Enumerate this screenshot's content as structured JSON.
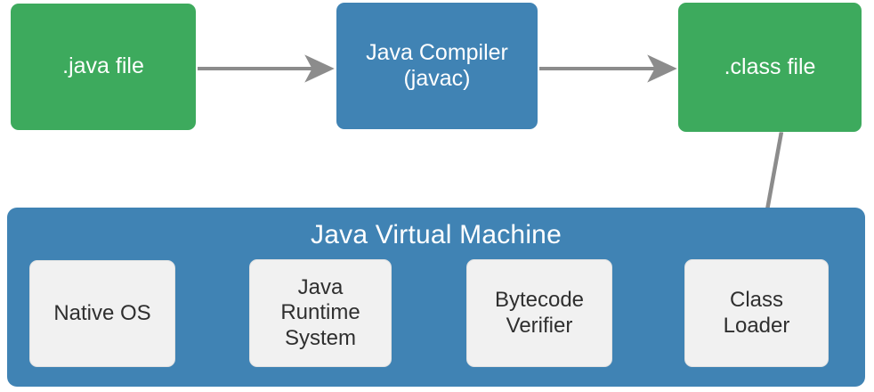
{
  "diagram": {
    "title": "Java Virtual Machine",
    "background_color": "#ffffff",
    "palette": {
      "green": "#3daa5d",
      "blue": "#4083b4",
      "light": "#f1f1f1",
      "arrow": "#8c8c8c",
      "light_text": "#2f2f2f",
      "dark_bg_text": "#ffffff"
    },
    "top_row": [
      {
        "id": "java-file",
        "label": ".java file",
        "style": "green"
      },
      {
        "id": "java-compiler",
        "label": "Java Compiler\n(javac)",
        "style": "blue"
      },
      {
        "id": "class-file",
        "label": ".class file",
        "style": "green"
      }
    ],
    "jvm": {
      "label": "Java Virtual Machine",
      "style": "blue",
      "children": [
        {
          "id": "native-os",
          "label": "Native OS",
          "style": "light"
        },
        {
          "id": "java-runtime-system",
          "label": "Java\nRuntime\nSystem",
          "style": "light"
        },
        {
          "id": "bytecode-verifier",
          "label": "Bytecode\nVerifier",
          "style": "light"
        },
        {
          "id": "class-loader",
          "label": "Class\nLoader",
          "style": "light"
        }
      ]
    },
    "edges": [
      {
        "id": "java-file-to-compiler",
        "from": ".java file",
        "to": "Java Compiler (javac)",
        "direction": "right"
      },
      {
        "id": "compiler-to-class-file",
        "from": "Java Compiler (javac)",
        "to": ".class file",
        "direction": "right"
      },
      {
        "id": "class-file-to-class-loader",
        "from": ".class file",
        "to": "Class Loader",
        "direction": "down-left"
      },
      {
        "id": "class-loader-to-bytecode-verifier",
        "from": "Class Loader",
        "to": "Bytecode Verifier",
        "direction": "left"
      },
      {
        "id": "bytecode-verifier-to-java-runtime-system",
        "from": "Bytecode Verifier",
        "to": "Java Runtime System",
        "direction": "left"
      },
      {
        "id": "java-runtime-system-to-native-os",
        "from": "Java Runtime System",
        "to": "Native OS",
        "direction": "left"
      }
    ]
  }
}
